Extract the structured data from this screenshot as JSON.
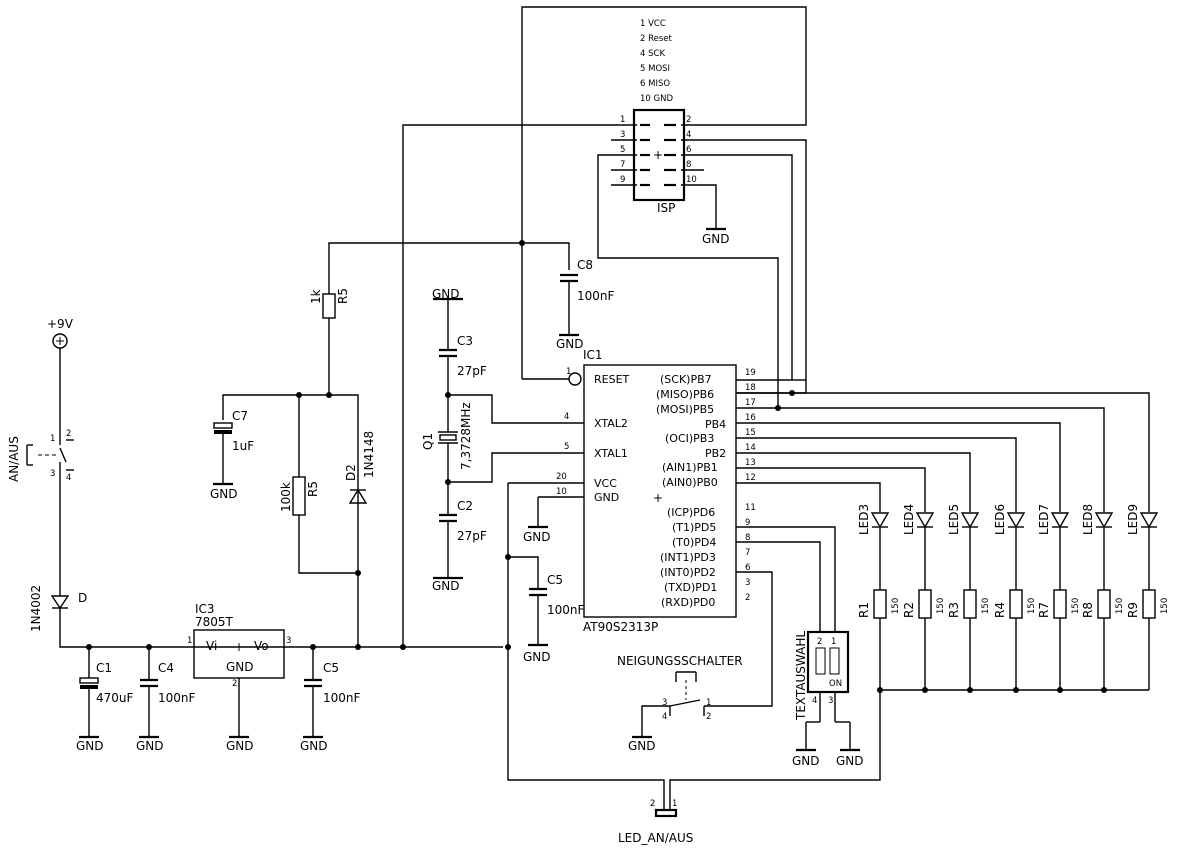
{
  "supply": {
    "label": "+9V"
  },
  "switch_onoff": {
    "label": "AN/AUS",
    "pins": [
      "1",
      "2",
      "3",
      "4"
    ]
  },
  "diode_d": {
    "part": "1N4002",
    "name": "D"
  },
  "c1": {
    "name": "C1",
    "value": "470uF",
    "gnd": "GND"
  },
  "c4": {
    "name": "C4",
    "value": "100nF",
    "gnd": "GND"
  },
  "c5a": {
    "name": "C5",
    "value": "100nF",
    "gnd": "GND"
  },
  "c5b": {
    "name": "C5",
    "value": "100nF",
    "gnd": "GND"
  },
  "ic3": {
    "name": "IC3",
    "part": "7805T",
    "vi": "Vi",
    "vo": "Vo",
    "gnd": "GND",
    "pin1": "1",
    "pin2": "2",
    "pin3": "3",
    "gnd_label": "GND"
  },
  "c7": {
    "name": "C7",
    "value": "1uF",
    "gnd": "GND"
  },
  "r5a": {
    "name": "R5",
    "value": "1k"
  },
  "r5b": {
    "name": "R5",
    "value": "100k"
  },
  "d2": {
    "name": "D2",
    "part": "1N4148"
  },
  "c3": {
    "name": "C3",
    "value": "27pF",
    "gnd": "GND"
  },
  "c2": {
    "name": "C2",
    "value": "27pF",
    "gnd": "GND"
  },
  "q1": {
    "name": "Q1",
    "value": "7,3728MHz"
  },
  "c8": {
    "name": "C8",
    "value": "100nF",
    "gnd": "GND"
  },
  "ic1": {
    "name": "IC1",
    "part": "AT90S2313P",
    "left_pins": [
      {
        "num": "1",
        "label": "RESET"
      },
      {
        "num": "4",
        "label": "XTAL2"
      },
      {
        "num": "5",
        "label": "XTAL1"
      },
      {
        "num": "20",
        "label": "VCC"
      },
      {
        "num": "10",
        "label": "GND"
      }
    ],
    "right_pins": [
      {
        "num": "19",
        "label": "(SCK)PB7"
      },
      {
        "num": "18",
        "label": "(MISO)PB6"
      },
      {
        "num": "17",
        "label": "(MOSI)PB5"
      },
      {
        "num": "16",
        "label": "PB4"
      },
      {
        "num": "15",
        "label": "(OCI)PB3"
      },
      {
        "num": "14",
        "label": "PB2"
      },
      {
        "num": "13",
        "label": "(AIN1)PB1"
      },
      {
        "num": "12",
        "label": "(AIN0)PB0"
      },
      {
        "num": "11",
        "label": "(ICP)PD6"
      },
      {
        "num": "9",
        "label": "(T1)PD5"
      },
      {
        "num": "8",
        "label": "(T0)PD4"
      },
      {
        "num": "7",
        "label": "(INT1)PD3"
      },
      {
        "num": "6",
        "label": "(INT0)PD2"
      },
      {
        "num": "3",
        "label": "(TXD)PD1"
      },
      {
        "num": "2",
        "label": "(RXD)PD0"
      }
    ],
    "gnd_label": "GND"
  },
  "isp": {
    "name": "ISP",
    "legend": [
      "1 VCC",
      "2 Reset",
      "4 SCK",
      "5 MOSI",
      "6 MISO",
      "10 GND"
    ],
    "left_nums": [
      "1",
      "3",
      "5",
      "7",
      "9"
    ],
    "right_nums": [
      "2",
      "4",
      "6",
      "8",
      "10"
    ],
    "gnd": "GND"
  },
  "leds": [
    "LED3",
    "LED4",
    "LED5",
    "LED6",
    "LED7",
    "LED8",
    "LED9"
  ],
  "resistors": [
    "R1",
    "R2",
    "R3",
    "R4",
    "R7",
    "R8",
    "R9"
  ],
  "resistor_value": "150",
  "tilt_switch": {
    "label": "NEIGUNGSSCHALTER",
    "pins": [
      "3",
      "4",
      "1",
      "2"
    ],
    "gnd": "GND"
  },
  "dip": {
    "label": "TEXTAUSWAHL",
    "top_nums": [
      "2",
      "1"
    ],
    "on": "ON",
    "bottom_nums": [
      "4",
      "3"
    ],
    "gnd1": "GND",
    "gnd2": "GND"
  },
  "led_onoff": {
    "label": "LED_AN/AUS",
    "pins": [
      "2",
      "1"
    ]
  }
}
